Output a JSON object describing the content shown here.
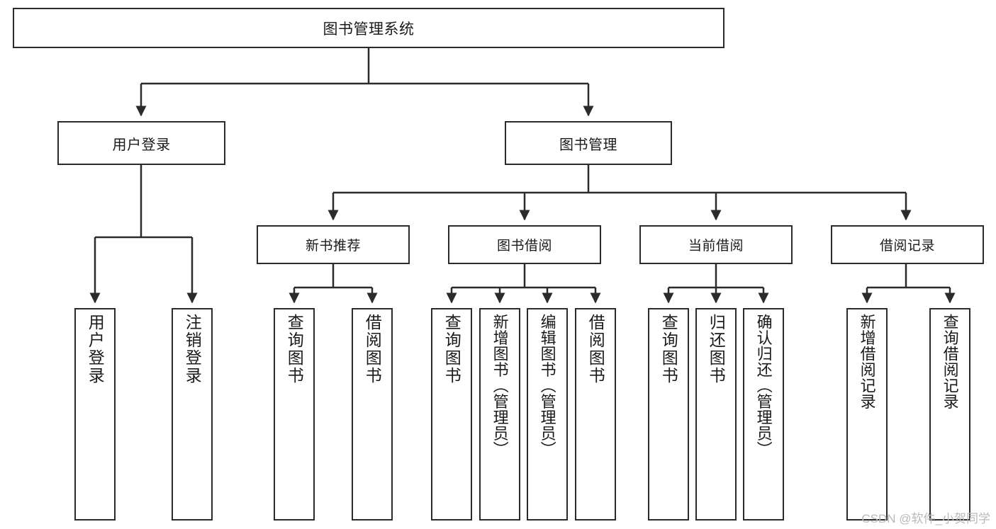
{
  "diagram": {
    "type": "tree",
    "title": "图书管理系统",
    "root": {
      "label": "图书管理系统"
    },
    "tier1": [
      {
        "label": "用户登录"
      },
      {
        "label": "图书管理"
      }
    ],
    "tier2": [
      {
        "label": "新书推荐"
      },
      {
        "label": "图书借阅"
      },
      {
        "label": "当前借阅"
      },
      {
        "label": "借阅记录"
      }
    ],
    "leaves": {
      "user_login": [
        {
          "label": "用户登录"
        },
        {
          "label": "注销登录"
        }
      ],
      "new_book_rec": [
        {
          "label": "查询图书"
        },
        {
          "label": "借阅图书"
        }
      ],
      "book_borrow": [
        {
          "label": "查询图书"
        },
        {
          "label": "新增图书（管理员）"
        },
        {
          "label": "编辑图书（管理员）"
        },
        {
          "label": "借阅图书"
        }
      ],
      "current_borrow": [
        {
          "label": "查询图书"
        },
        {
          "label": "归还图书"
        },
        {
          "label": "确认归还（管理员）"
        }
      ],
      "borrow_record": [
        {
          "label": "新增借阅记录"
        },
        {
          "label": "查询借阅记录"
        }
      ]
    }
  },
  "watermark": {
    "text": "CSDN @软件_小贺同学"
  },
  "colors": {
    "box_border": "#2b2b2b",
    "box_fill": "#ffffff",
    "connector": "#2b2b2b",
    "text": "#1a1a1a",
    "watermark": "#b9b9b9",
    "background": "#ffffff"
  }
}
